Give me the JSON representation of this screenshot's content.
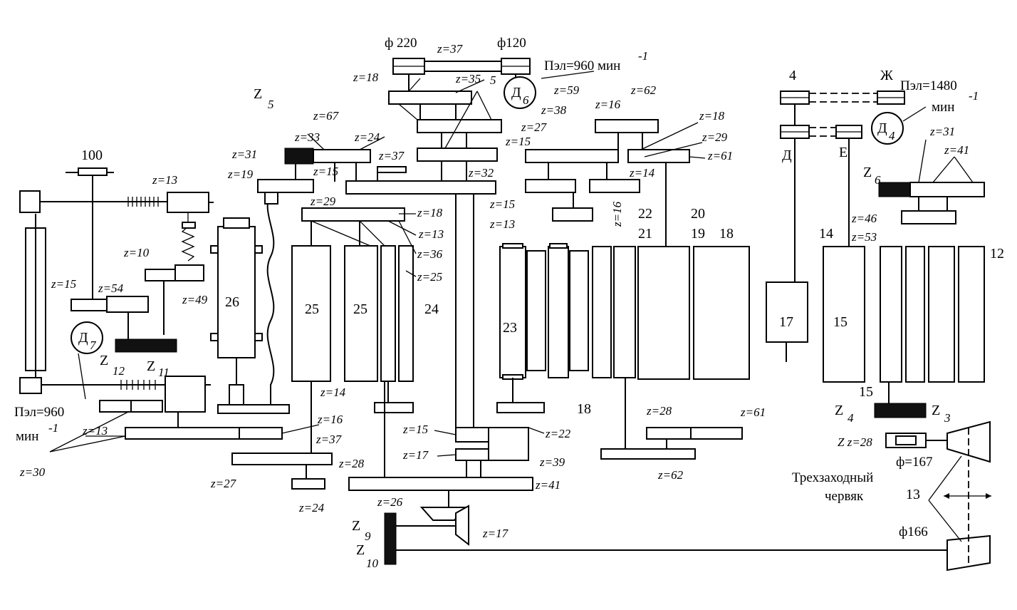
{
  "diagram": {
    "phi": {
      "d220": "ф 220",
      "d120": "ф120",
      "d167": "ф=167",
      "d166": "ф166"
    },
    "motors": {
      "d6": "Д",
      "d6_sub": "6",
      "d4": "Д",
      "d4_sub": "4",
      "d7": "Д",
      "d7_sub": "7",
      "speed_960_top": "Пэл=960 мин",
      "speed_960_top_exp": "-1",
      "speed_1480": "Пэл=1480",
      "speed_1480_unit": "мин",
      "speed_1480_exp": "-1",
      "speed_960_left": "Пэл=960",
      "speed_960_left_unit": "мин",
      "speed_960_left_exp": "-1"
    },
    "z_marks": {
      "z5": "Z",
      "z5_sub": "5",
      "z6": "Z",
      "z6_sub": "6",
      "z4": "Z",
      "z4_sub": "4",
      "z3": "Z",
      "z3_sub": "3",
      "z9": "Z",
      "z9_sub": "9",
      "z10": "Z",
      "z10_sub": "10",
      "z11": "Z",
      "z11_sub": "11",
      "z12": "Z",
      "z12_sub": "12",
      "zz28": "Z z=28"
    },
    "gears": {
      "z37_top": "z=37",
      "z18_top": "z=18",
      "z35": "z=35",
      "five": "5",
      "z67": "z=67",
      "z33": "z=33",
      "z24_a": "z=24",
      "z15_a": "z=15",
      "z31_a": "z=31",
      "z19": "z=19",
      "z37_mid": "z=37",
      "z15_b": "z=15",
      "z32": "z=32",
      "z29_a": "z=29",
      "z18_b": "z=18",
      "z13_a": "z=13",
      "z36": "z=36",
      "z25": "z=25",
      "z59": "z=59",
      "z62_top": "z=62",
      "z38": "z=38",
      "z16_top": "z=16",
      "z27_a": "z=27",
      "z18_right": "z=18",
      "z29_b": "z=29",
      "z61_top": "z=61",
      "z14_a": "z=14",
      "z15_c": "z=15",
      "z16_vert": "z=16",
      "z13_b": "z=13",
      "z31_b": "z=31",
      "z41_top": "z=41",
      "z46": "z=46",
      "z53": "z=53",
      "z13_top_left": "z=13",
      "z10": "z=10",
      "z15_d": "z=15",
      "z54": "z=54",
      "z49": "z=49",
      "z14_b": "z=14",
      "z16_bot": "z=16",
      "z37_bot": "z=37",
      "z27_bot": "z=27",
      "z24_bot": "z=24",
      "z18_bot": "18",
      "z22": "z=22",
      "z15_bot": "z=15",
      "z17_bot": "z=17",
      "z39": "z=39",
      "z28_mid": "z=28",
      "z41_bot": "z=41",
      "z26": "z=26",
      "z17_bevel": "z=17",
      "z28_right": "z=28",
      "z61_bot": "z=61",
      "z62_bot": "z=62",
      "z13_left": "z=13",
      "z30": "z=30"
    },
    "numbers": {
      "n100": "100",
      "n26": "26",
      "n25_a": "25",
      "n25_b": "25",
      "n24": "24",
      "n23": "23",
      "n22": "22",
      "n21": "21",
      "n20": "20",
      "n19": "19",
      "n18": "18",
      "n17": "17",
      "n15_col": "15",
      "n14": "14",
      "n12": "12",
      "n15_low": "15",
      "n13": "13",
      "n4": "4",
      "nD": "Д",
      "nE": "Е",
      "nZh": "Ж"
    },
    "worm": {
      "line1": "Трехзаходный",
      "line2": "червяк"
    }
  }
}
